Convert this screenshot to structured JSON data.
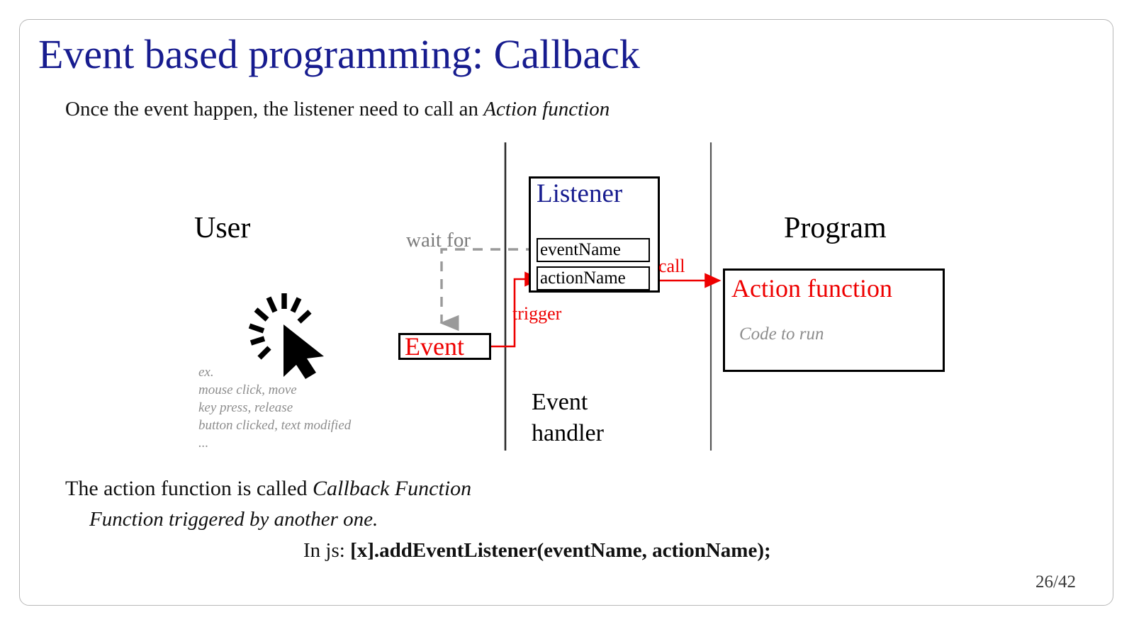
{
  "slide": {
    "title": "Event based programming: Callback",
    "title_color": "#171c8f",
    "intro_prefix": "Once the event happen, the listener need to call an ",
    "intro_emphasis": "Action function",
    "page_number": "26/42"
  },
  "diagram": {
    "columns": {
      "user_heading": "User",
      "program_heading": "Program",
      "event_handler_label_line1": "Event",
      "event_handler_label_line2": "handler"
    },
    "user": {
      "cursor_icon": "click-cursor-icon",
      "examples": [
        "ex.",
        "mouse click, move",
        "key press, release",
        "button clicked, text modified",
        "..."
      ],
      "examples_color": "#8d8d8d"
    },
    "listener": {
      "title": "Listener",
      "title_color": "#171c8f",
      "fields": [
        {
          "name": "eventName"
        },
        {
          "name": "actionName"
        }
      ]
    },
    "event": {
      "label": "Event",
      "color": "#ee0000"
    },
    "action": {
      "title": "Action function",
      "title_color": "#ee0000",
      "body": "Code to run",
      "body_color": "#8d8d8d"
    },
    "edges": [
      {
        "id": "wait-for",
        "label": "wait for",
        "color": "#7b7b7b",
        "style": "dashed",
        "from": "listener.eventName",
        "to": "event"
      },
      {
        "id": "trigger",
        "label": "trigger",
        "color": "#ee0000",
        "style": "solid",
        "from": "event",
        "to": "listener.actionName"
      },
      {
        "id": "call",
        "label": "call",
        "color": "#ee0000",
        "style": "solid",
        "from": "listener.actionName",
        "to": "action"
      }
    ]
  },
  "conclusion": {
    "line1_prefix": "The action function is called ",
    "line1_emphasis": "Callback Function",
    "line2": "Function triggered by another one.",
    "code_prefix": "In js: ",
    "code": "[x].addEventListener(eventName, actionName);"
  }
}
